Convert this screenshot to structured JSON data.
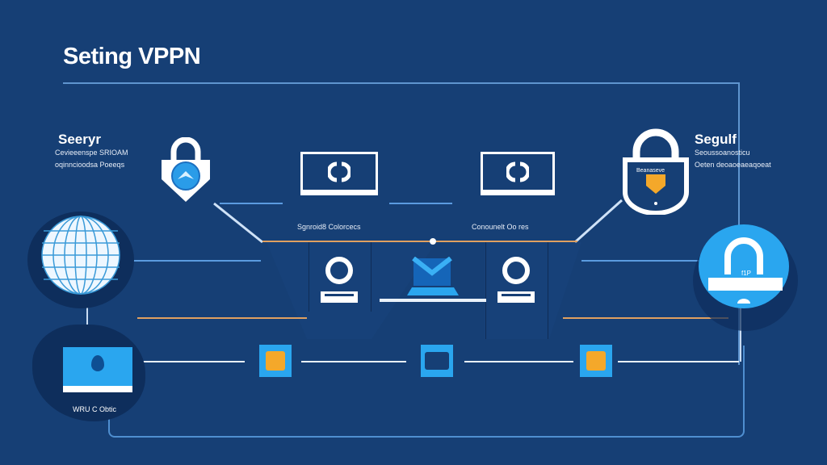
{
  "title": "Seting VPPN",
  "left_panel": {
    "heading": "Seeryr",
    "line1": "Cevieeenspe SRIOAM",
    "line2": "oqinncioodsa Poeeqs"
  },
  "right_panel": {
    "heading": "Segulf",
    "line1": "Seoussoanosticu",
    "line2": "Oeten deoaoeaeaqoeat"
  },
  "nodes": {
    "laptop_left_label": "Sgnroid8 Colorcecs",
    "laptop_right_label": "Conounelt Oo res",
    "lock_right_badge": "Beanaseve",
    "router_badge": "f1P",
    "bottom_left_label": "WRU C Obtic"
  },
  "icons": {
    "top_left_lock": "shield-lock-icon",
    "globe": "globe-icon",
    "laptop_1": "laptop-sync-icon",
    "laptop_2": "laptop-sync-icon",
    "big_lock": "padlock-icon",
    "router": "router-lock-icon",
    "monitor": "monitor-icon",
    "tiles": [
      "document-icon",
      "server-icon",
      "document-icon"
    ]
  },
  "colors": {
    "background": "#163f75",
    "accent_blue": "#2aa6ef",
    "accent_orange": "#f4a82a",
    "line_orange": "#e0a060",
    "line_blue": "#5b9be0"
  }
}
